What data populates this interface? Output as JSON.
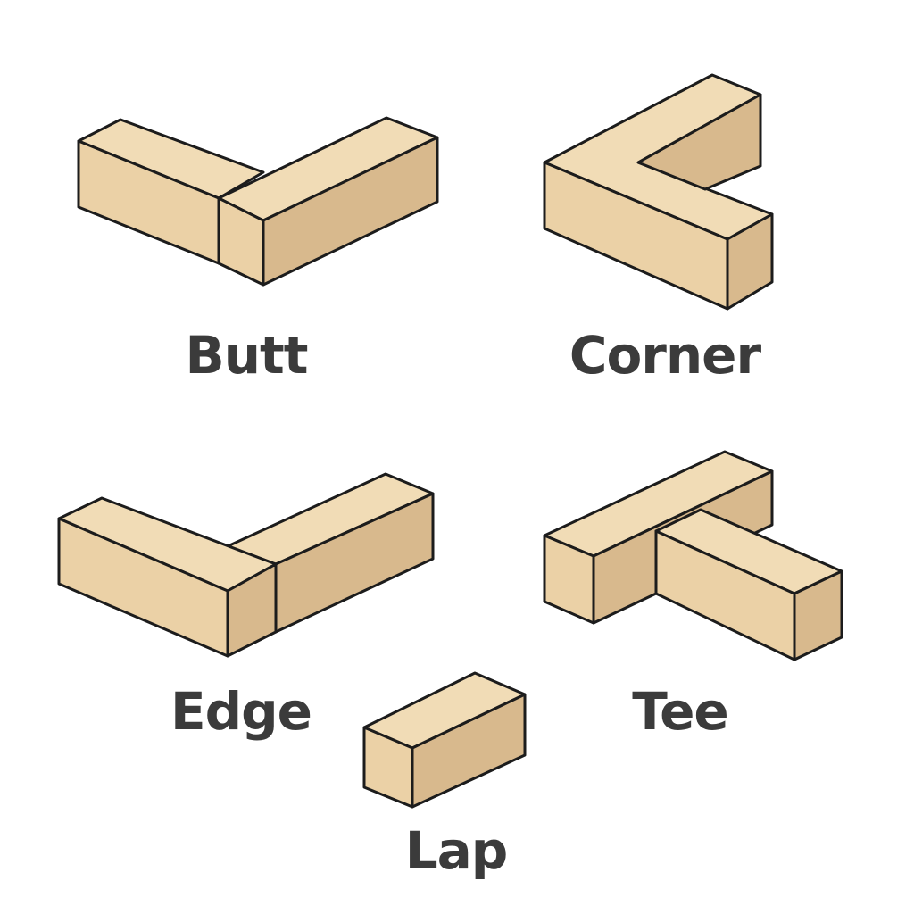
{
  "colors": {
    "wood_top": "#f1dcb6",
    "wood_front": "#ebd1a6",
    "wood_side": "#d8b98d",
    "outline": "#1c1c1c",
    "label": "#3b3b3b"
  },
  "joints": [
    {
      "id": "butt",
      "label": "Butt"
    },
    {
      "id": "corner",
      "label": "Corner"
    },
    {
      "id": "edge",
      "label": "Edge"
    },
    {
      "id": "tee",
      "label": "Tee"
    },
    {
      "id": "lap",
      "label": "Lap"
    }
  ]
}
